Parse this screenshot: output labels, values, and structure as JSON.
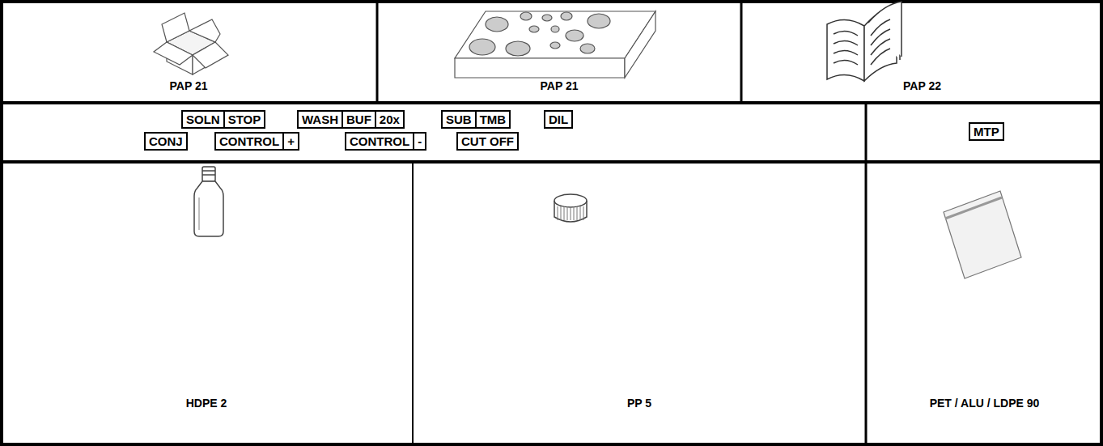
{
  "diagram": {
    "nodes": [
      {
        "text": [
          "PAP 21"
        ]
      },
      {
        "text": [
          "PAP 21"
        ]
      },
      {
        "text": [
          "PAP 22"
        ]
      },
      {
        "text": [
          "SOLN"
        ]
      },
      {
        "text": [
          "STOP"
        ]
      },
      {
        "text": [
          "WASH"
        ]
      },
      {
        "text": [
          "BUF"
        ]
      },
      {
        "text": [
          "20x"
        ]
      },
      {
        "text": [
          "SUB"
        ]
      },
      {
        "text": [
          "TMB"
        ]
      },
      {
        "text": [
          "DIL"
        ]
      },
      {
        "text": [
          "CONJ"
        ]
      },
      {
        "text": [
          "CONTROL"
        ]
      },
      {
        "text": [
          "+"
        ]
      },
      {
        "text": [
          "CONTROL"
        ]
      },
      {
        "text": [
          "-"
        ]
      },
      {
        "text": [
          "CUT OFF"
        ]
      },
      {
        "text": [
          "MTP"
        ]
      },
      {
        "text": [
          "HDPE 2"
        ]
      },
      {
        "text": [
          "PP 5"
        ]
      },
      {
        "text": [
          "PET / ALU / LDPE 90"
        ]
      }
    ]
  }
}
